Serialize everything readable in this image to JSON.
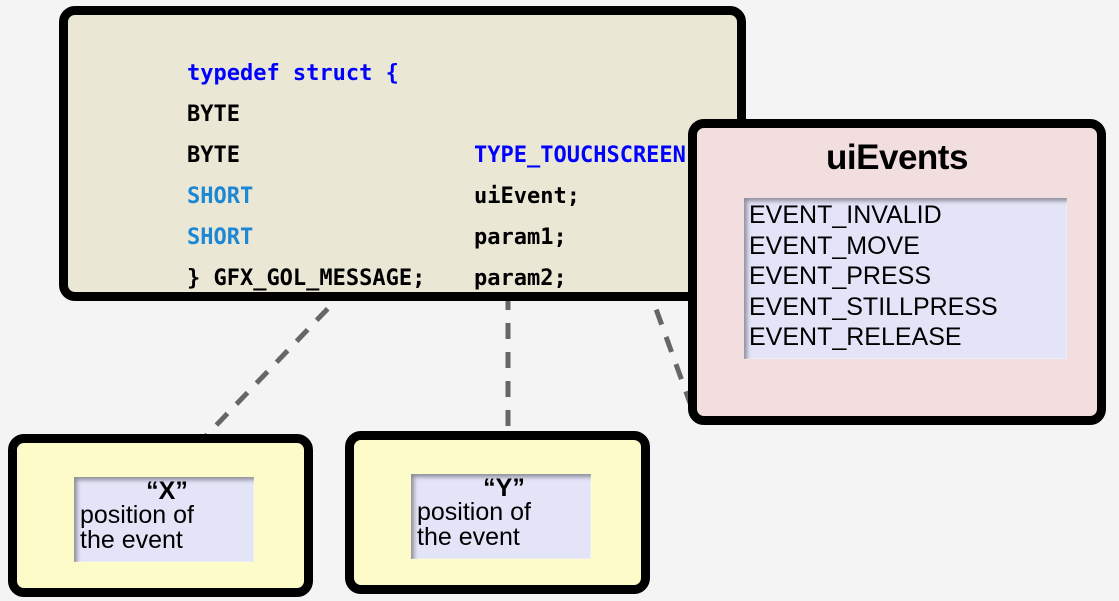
{
  "background_color": "#f4f4f5",
  "struct_panel": {
    "background_color": "#eae7d5",
    "border_color": "#000000",
    "lines": [
      {
        "indent": "",
        "keyword": "typedef struct {",
        "keyword_color": "#0000ff",
        "member": ""
      },
      {
        "indent": "  ",
        "keyword": "BYTE",
        "keyword_color": "#000000",
        "member": "TYPE_TOUCHSCREEN",
        "member_color": "#0000ff",
        "terminator": ";"
      },
      {
        "indent": "  ",
        "keyword": "BYTE",
        "keyword_color": "#000000",
        "member": "uiEvent",
        "member_color": "#000000",
        "terminator": ";"
      },
      {
        "indent": "  ",
        "keyword": "SHORT",
        "keyword_color": "#1b87d5",
        "member": "param1",
        "member_color": "#000000",
        "terminator": ";"
      },
      {
        "indent": "  ",
        "keyword": "SHORT",
        "keyword_color": "#1b87d5",
        "member": "param2",
        "member_color": "#000000",
        "terminator": ";"
      },
      {
        "indent": "  ",
        "keyword": "} GFX_GOL_MESSAGE;",
        "keyword_color": "#000000",
        "member": ""
      }
    ]
  },
  "uievents_panel": {
    "title": "uiEvents",
    "background_color": "#f2dede",
    "list_background_color": "#e4e4f8",
    "items": [
      "EVENT_INVALID",
      "EVENT_MOVE",
      "EVENT_PRESS",
      "EVENT_STILLPRESS",
      "EVENT_RELEASE"
    ]
  },
  "note_x": {
    "axis_label": "“X”",
    "line1": "position of",
    "line2": "the event",
    "background_color": "#fdfbc8",
    "inner_background_color": "#e4e4f8"
  },
  "note_y": {
    "axis_label": "“Y”",
    "line1": "position of",
    "line2": "the event",
    "background_color": "#fdfbc8",
    "inner_background_color": "#e4e4f8"
  },
  "connectors": {
    "stroke_color": "#666666",
    "stroke_width": 5,
    "dash_pattern": "16 13"
  }
}
